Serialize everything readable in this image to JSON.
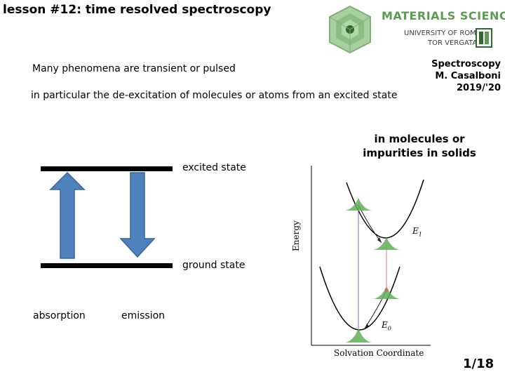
{
  "header": {
    "title": "lesson #12: time resolved spectroscopy"
  },
  "logo": {
    "brand": "MATERIALS SCIENCE",
    "line1": "UNIVERSITY OF ROME",
    "line2": "TOR VERGATA",
    "brand_color": "#5d9b50"
  },
  "course": {
    "line1": "Spectroscopy",
    "line2": "M. Casalboni",
    "line3": "2019/'20"
  },
  "content": {
    "line1": "Many phenomena are transient or pulsed",
    "line2": "in particular the de-excitation of molecules or atoms from an excited state",
    "molecules_note_line1": "in molecules or",
    "molecules_note_line2": "impurities in solids"
  },
  "diagram": {
    "excited_label": "excited state",
    "ground_label": "ground state",
    "absorption_label": "absorption",
    "emission_label": "emission",
    "arrow_color": "#4f81bd"
  },
  "figure": {
    "y_axis_label": "Energy",
    "x_axis_label": "Solvation Coordinate",
    "upper_curve_label": "E",
    "upper_curve_subscript": "1",
    "lower_curve_label": "E",
    "lower_curve_subscript": "0"
  },
  "footer": {
    "page": "1/18"
  }
}
